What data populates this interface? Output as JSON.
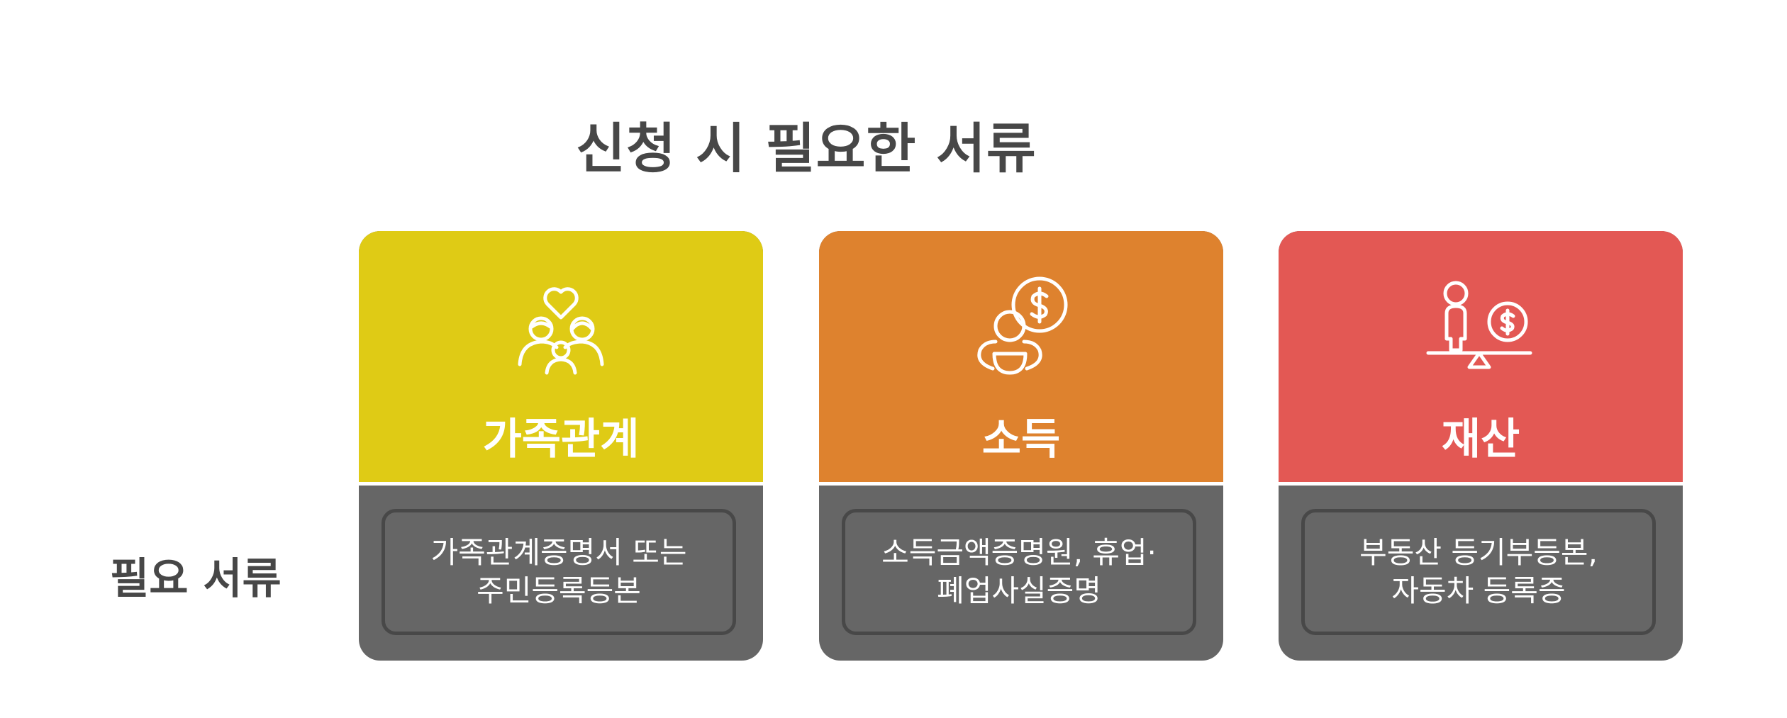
{
  "title": "신청 시 필요한 서류",
  "row_label": "필요 서류",
  "cards": [
    {
      "title": "가족관계",
      "icon": "family-heart-icon",
      "color": "#dfcb15",
      "document": "가족관계증명서 또는 주민등록등본"
    },
    {
      "title": "소득",
      "icon": "person-dollar-icon",
      "color": "#de822e",
      "document": "소득금액증명원, 휴업·폐업사실증명"
    },
    {
      "title": "재산",
      "icon": "person-balance-dollar-icon",
      "color": "#e35854",
      "document": "부동산 등기부등본, 자동차 등록증"
    }
  ],
  "colors": {
    "text_dark": "#474747",
    "doc_bg": "#666666",
    "doc_border": "#484848"
  }
}
